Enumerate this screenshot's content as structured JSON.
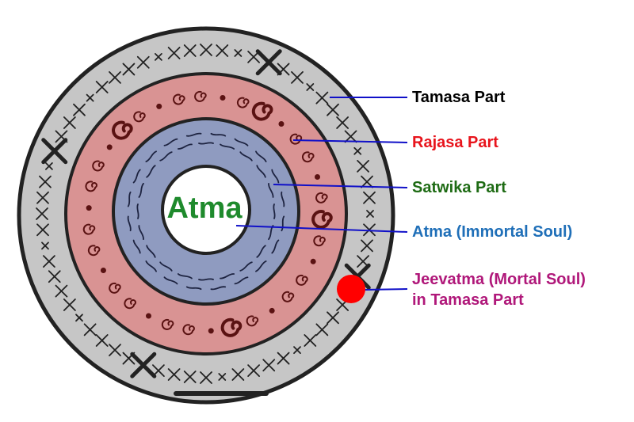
{
  "center_label": "Atma",
  "labels": {
    "tamasa": "Tamasa Part",
    "rajasa": "Rajasa Part",
    "satwika": "Satwika Part",
    "atma": "Atma (Immortal Soul)",
    "jeevatma_line1": "Jeevatma (Mortal Soul)",
    "jeevatma_line2": "in Tamasa Part"
  },
  "colors": {
    "tamasa_ring": "#c6c6c6",
    "rajasa_ring": "#d99393",
    "satwika_ring": "#8f9bc0",
    "core": "#ffffff",
    "leader_lines": "#1010c8",
    "tamasa_text": "#000000",
    "rajasa_text": "#e8141c",
    "satwika_text": "#1e6b14",
    "atma_text": "#1f6fb8",
    "jeevatma_text": "#b0187a",
    "center_text": "#1e8a2c",
    "jeevatma_dot": "#ff0000",
    "outline": "#222222"
  },
  "marks": {
    "tamasa": "cross-marks",
    "rajasa": "spiral-marks",
    "satwika": "wave-marks"
  }
}
